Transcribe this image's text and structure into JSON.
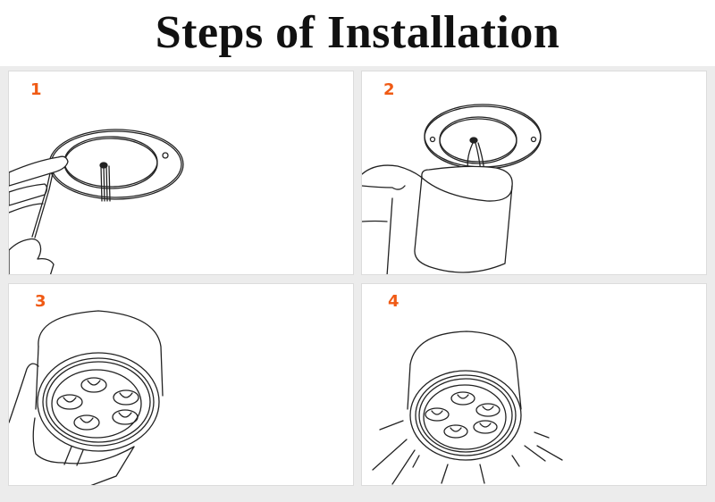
{
  "title": "Steps of Installation",
  "accent_color": "#f05a14",
  "background_color": "#ececec",
  "steps": [
    {
      "number": "1",
      "illustration": "screwdriver-mounting-plate-to-ceiling"
    },
    {
      "number": "2",
      "illustration": "connecting-wires-through-plate-to-housing"
    },
    {
      "number": "3",
      "illustration": "hand-holding-5-led-downlight"
    },
    {
      "number": "4",
      "illustration": "installed-led-downlight-shining"
    }
  ]
}
